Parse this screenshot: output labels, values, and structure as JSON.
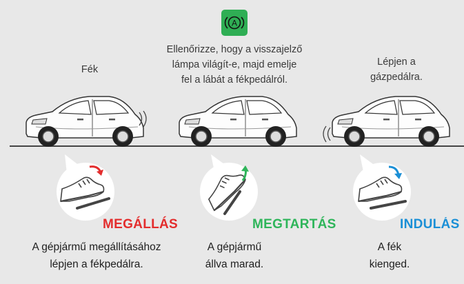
{
  "indicator": {
    "icon": "auto-hold-icon",
    "color": "#2fae54",
    "symbol": "A"
  },
  "steps": [
    {
      "instruction_lines": [
        "Fék"
      ],
      "phase": "MEGÁLLÁS",
      "phase_color": "#e32d2d",
      "description_lines": [
        "A gépjármű megállításához",
        "lépjen a fékpedálra."
      ]
    },
    {
      "instruction_lines": [
        "Ellenőrizze, hogy a visszajelző",
        "lámpa világít-e, majd emelje",
        "fel a lábát a fékpedálról."
      ],
      "phase": "MEGTARTÁS",
      "phase_color": "#2eb55a",
      "description_lines": [
        "A gépjármű",
        "állva marad."
      ]
    },
    {
      "instruction_lines": [
        "Lépjen a",
        "gázpedálra."
      ],
      "phase": "INDULÁS",
      "phase_color": "#1a8fd6",
      "description_lines": [
        "A fék",
        "kienged."
      ]
    }
  ]
}
